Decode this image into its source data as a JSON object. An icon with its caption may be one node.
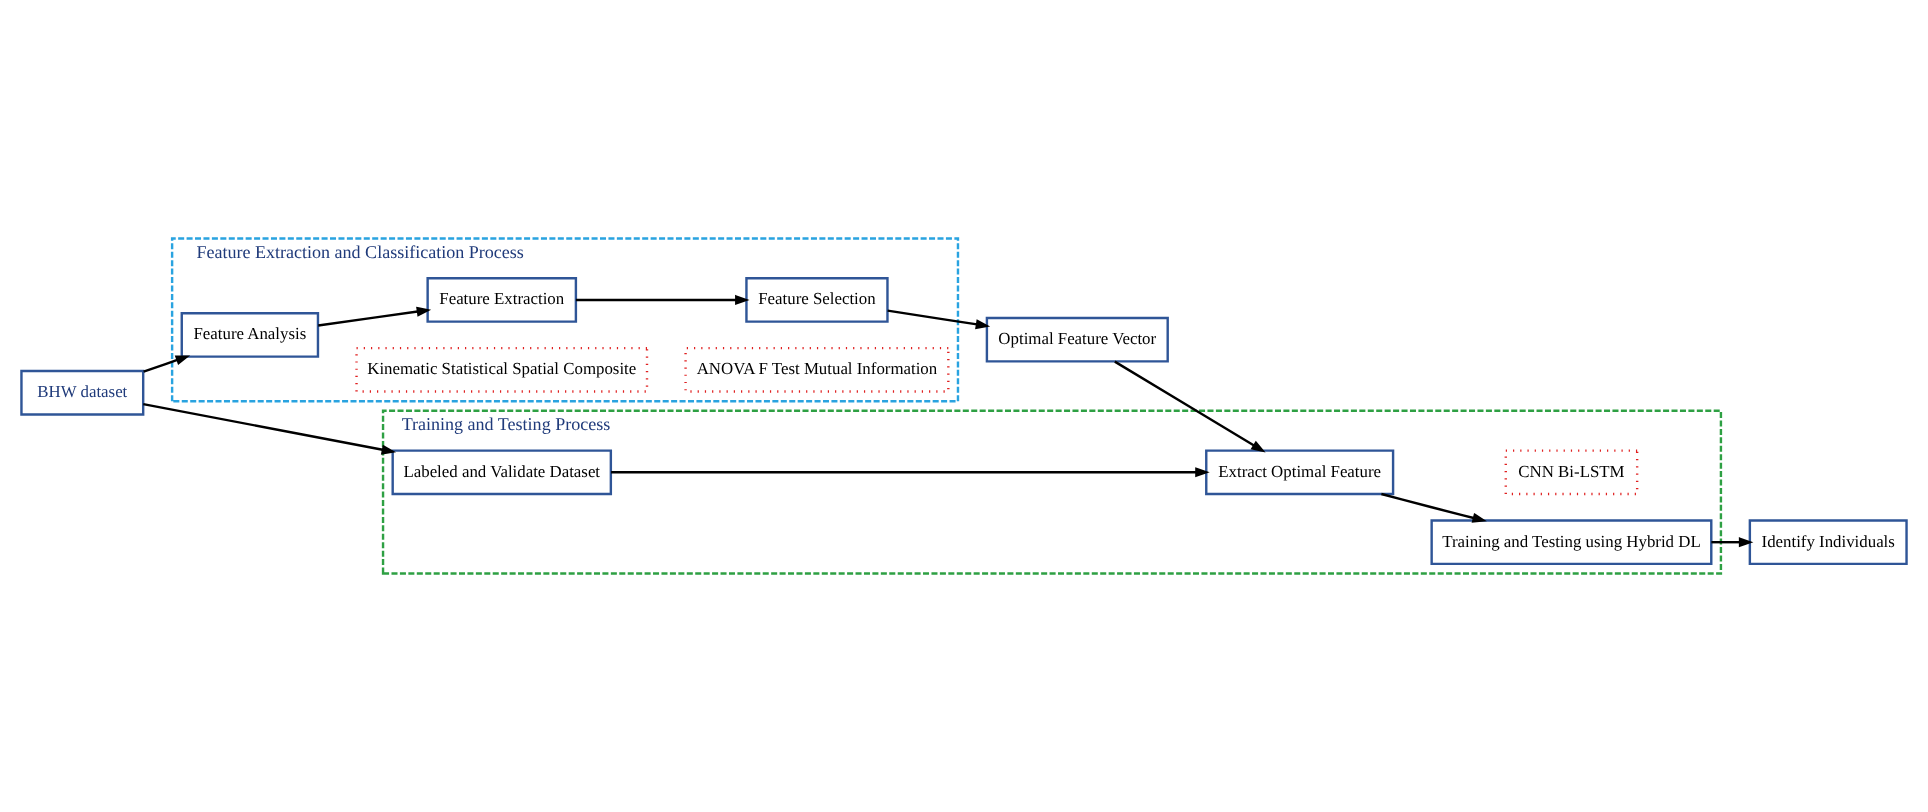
{
  "diagram": {
    "nodes": [
      {
        "text": [
          "BHW dataset"
        ]
      },
      {
        "text": [
          "Feature Extraction and Classification Process"
        ]
      },
      {
        "text": [
          "Feature Analysis"
        ],
        "in": 1
      },
      {
        "text": [
          "Kinematic Statistical Spatial Composite"
        ],
        "in": 1
      },
      {
        "text": [
          "Feature Extraction"
        ],
        "in": 1
      },
      {
        "text": [
          "ANOVA F Test Mutual Information"
        ],
        "in": 1
      },
      {
        "text": [
          "Feature Selection"
        ],
        "in": 1
      },
      {
        "text": [
          "Optimal Feature Vector"
        ]
      },
      {
        "text": [
          "Training and Testing Process"
        ]
      },
      {
        "text": [
          "Labeled and Validate Dataset"
        ],
        "in": 8
      },
      {
        "text": [
          "Extract Optimal Feature"
        ],
        "in": 8
      },
      {
        "text": [
          "Training and Testing using Hybrid DL"
        ],
        "in": 8
      },
      {
        "text": [
          "CNN Bi-LSTM"
        ],
        "in": 8
      },
      {
        "text": [
          "Identify Individuals"
        ]
      }
    ],
    "edges": [
      {
        "from": 0,
        "to": 2,
        "arrow": "to"
      },
      {
        "from": 0,
        "to": 9,
        "arrow": "to"
      },
      {
        "from": 2,
        "to": 4,
        "arrow": "to"
      },
      {
        "from": 4,
        "to": 6,
        "arrow": "to"
      },
      {
        "from": 6,
        "to": 7,
        "arrow": "to"
      },
      {
        "from": 7,
        "to": 10,
        "arrow": "to"
      },
      {
        "from": 9,
        "to": 10,
        "arrow": "to"
      },
      {
        "from": 10,
        "to": 11,
        "arrow": "to"
      },
      {
        "from": 11,
        "to": 13,
        "arrow": "to"
      }
    ]
  }
}
